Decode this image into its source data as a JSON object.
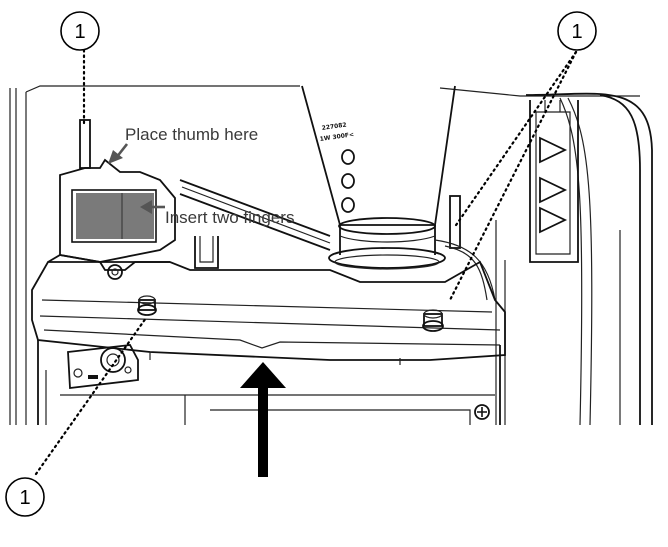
{
  "callouts": {
    "top_left": "1",
    "top_right": "1",
    "bottom_left": "1"
  },
  "labels": {
    "thumb": "Place thumb here",
    "fingers": "Insert two fingers"
  },
  "component_marking": {
    "line1": "227082",
    "line2": "1W 300F<"
  },
  "colors": {
    "line": "#111111",
    "label_text": "#3a3a3a",
    "label_arrow": "#555555",
    "grip_pad": "#777777",
    "push_arrow": "#000000"
  }
}
